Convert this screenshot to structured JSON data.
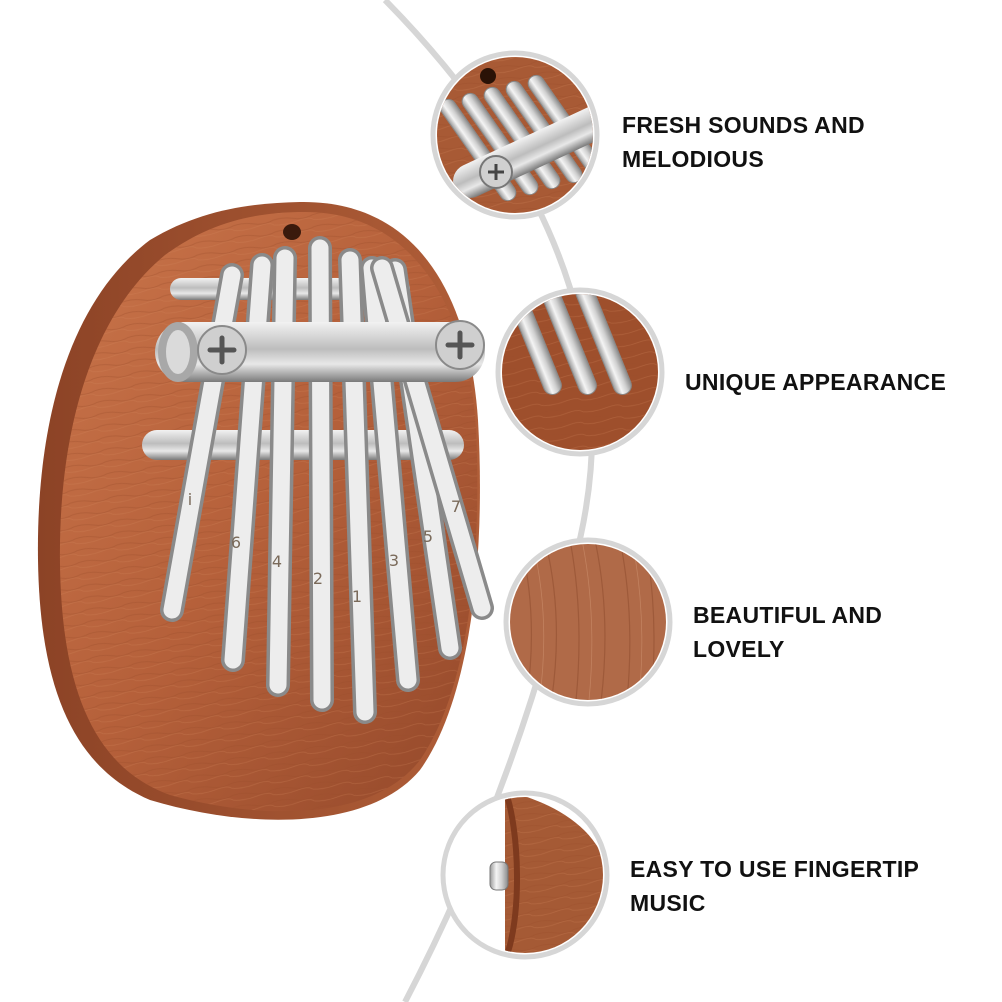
{
  "features": [
    {
      "lines": [
        "FRESH SOUNDS AND",
        "MELODIOUS"
      ],
      "thumbnail": "tines-and-bridge-closeup"
    },
    {
      "lines": [
        "UNIQUE APPEARANCE"
      ],
      "thumbnail": "tine-tips-closeup"
    },
    {
      "lines": [
        "BEAUTIFUL AND",
        "LOVELY"
      ],
      "thumbnail": "wood-grain-closeup"
    },
    {
      "lines": [
        "EASY TO USE FINGERTIP",
        "MUSIC"
      ],
      "thumbnail": "side-edge-closeup"
    }
  ],
  "product": {
    "name_icon": "mini-kalimba-8-key",
    "key_labels": [
      "i",
      "6",
      "4",
      "2",
      "1",
      "3",
      "5",
      "7"
    ]
  },
  "colors": {
    "wood": "#B8643A",
    "wood_dark": "#8E4424",
    "metal": "#D8D8D8",
    "arc": "#D6D6D6",
    "text": "#111111",
    "background": "#FFFFFF"
  }
}
